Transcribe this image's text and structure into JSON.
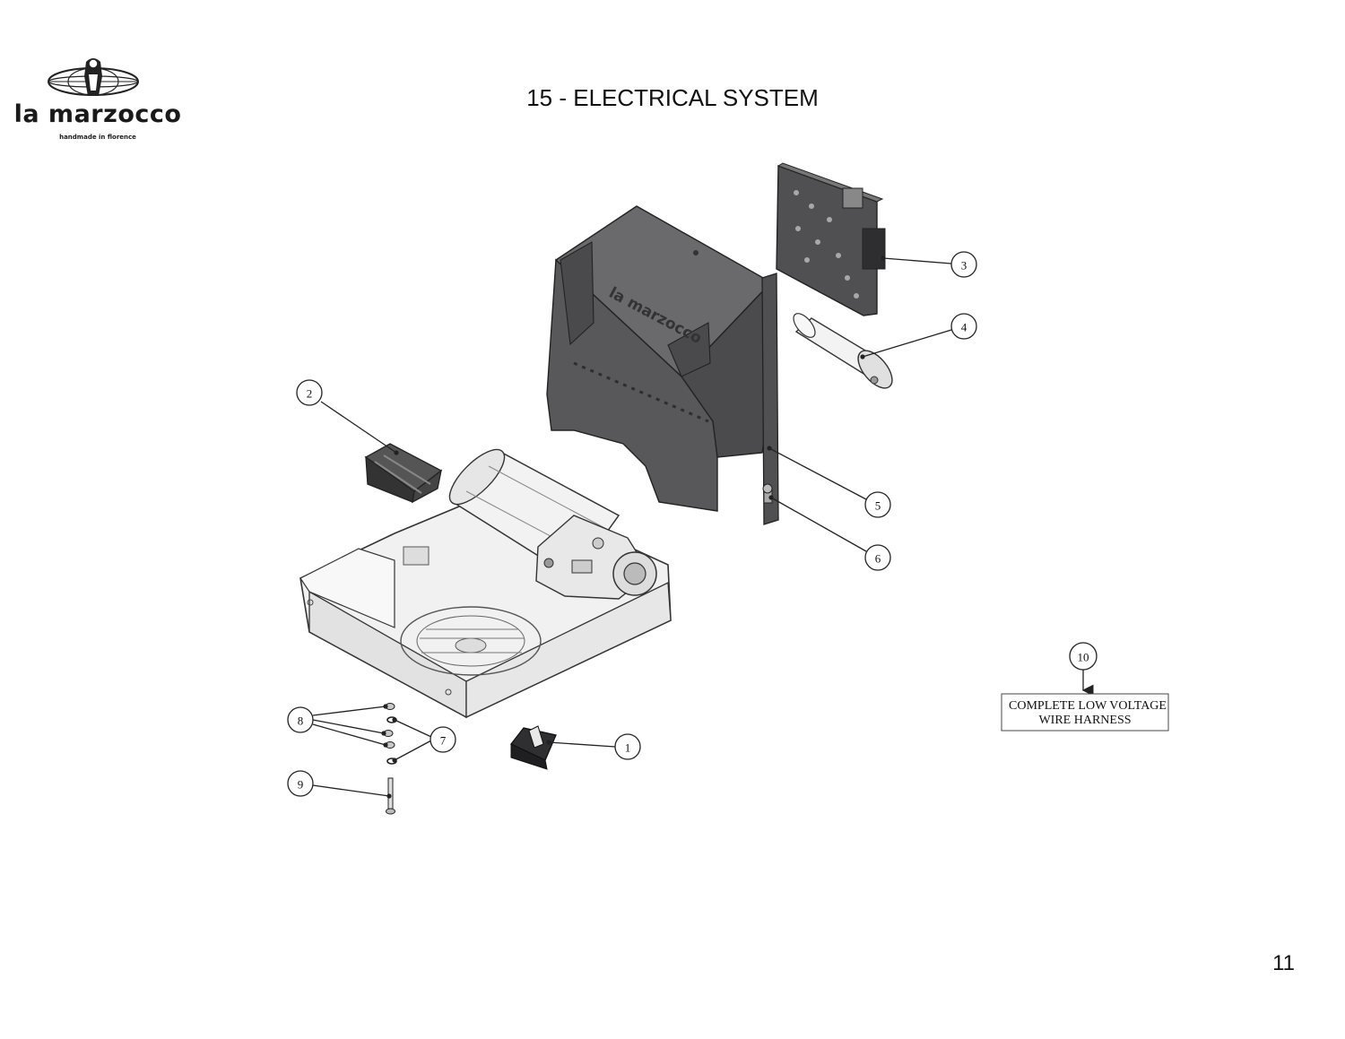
{
  "header": {
    "brand": "la marzocco",
    "tagline": "handmade in florence",
    "title": "15 - ELECTRICAL SYSTEM"
  },
  "callouts": [
    "1",
    "2",
    "3",
    "4",
    "5",
    "6",
    "7",
    "8",
    "9",
    "10"
  ],
  "harness_label": {
    "line1": "COMPLETE LOW VOLTAGE",
    "line2": "WIRE HARNESS"
  },
  "footer": {
    "page_number": "11"
  },
  "colors": {
    "cover_dark": "#58585a",
    "frame_light": "#eeeeee",
    "line": "#222222"
  }
}
